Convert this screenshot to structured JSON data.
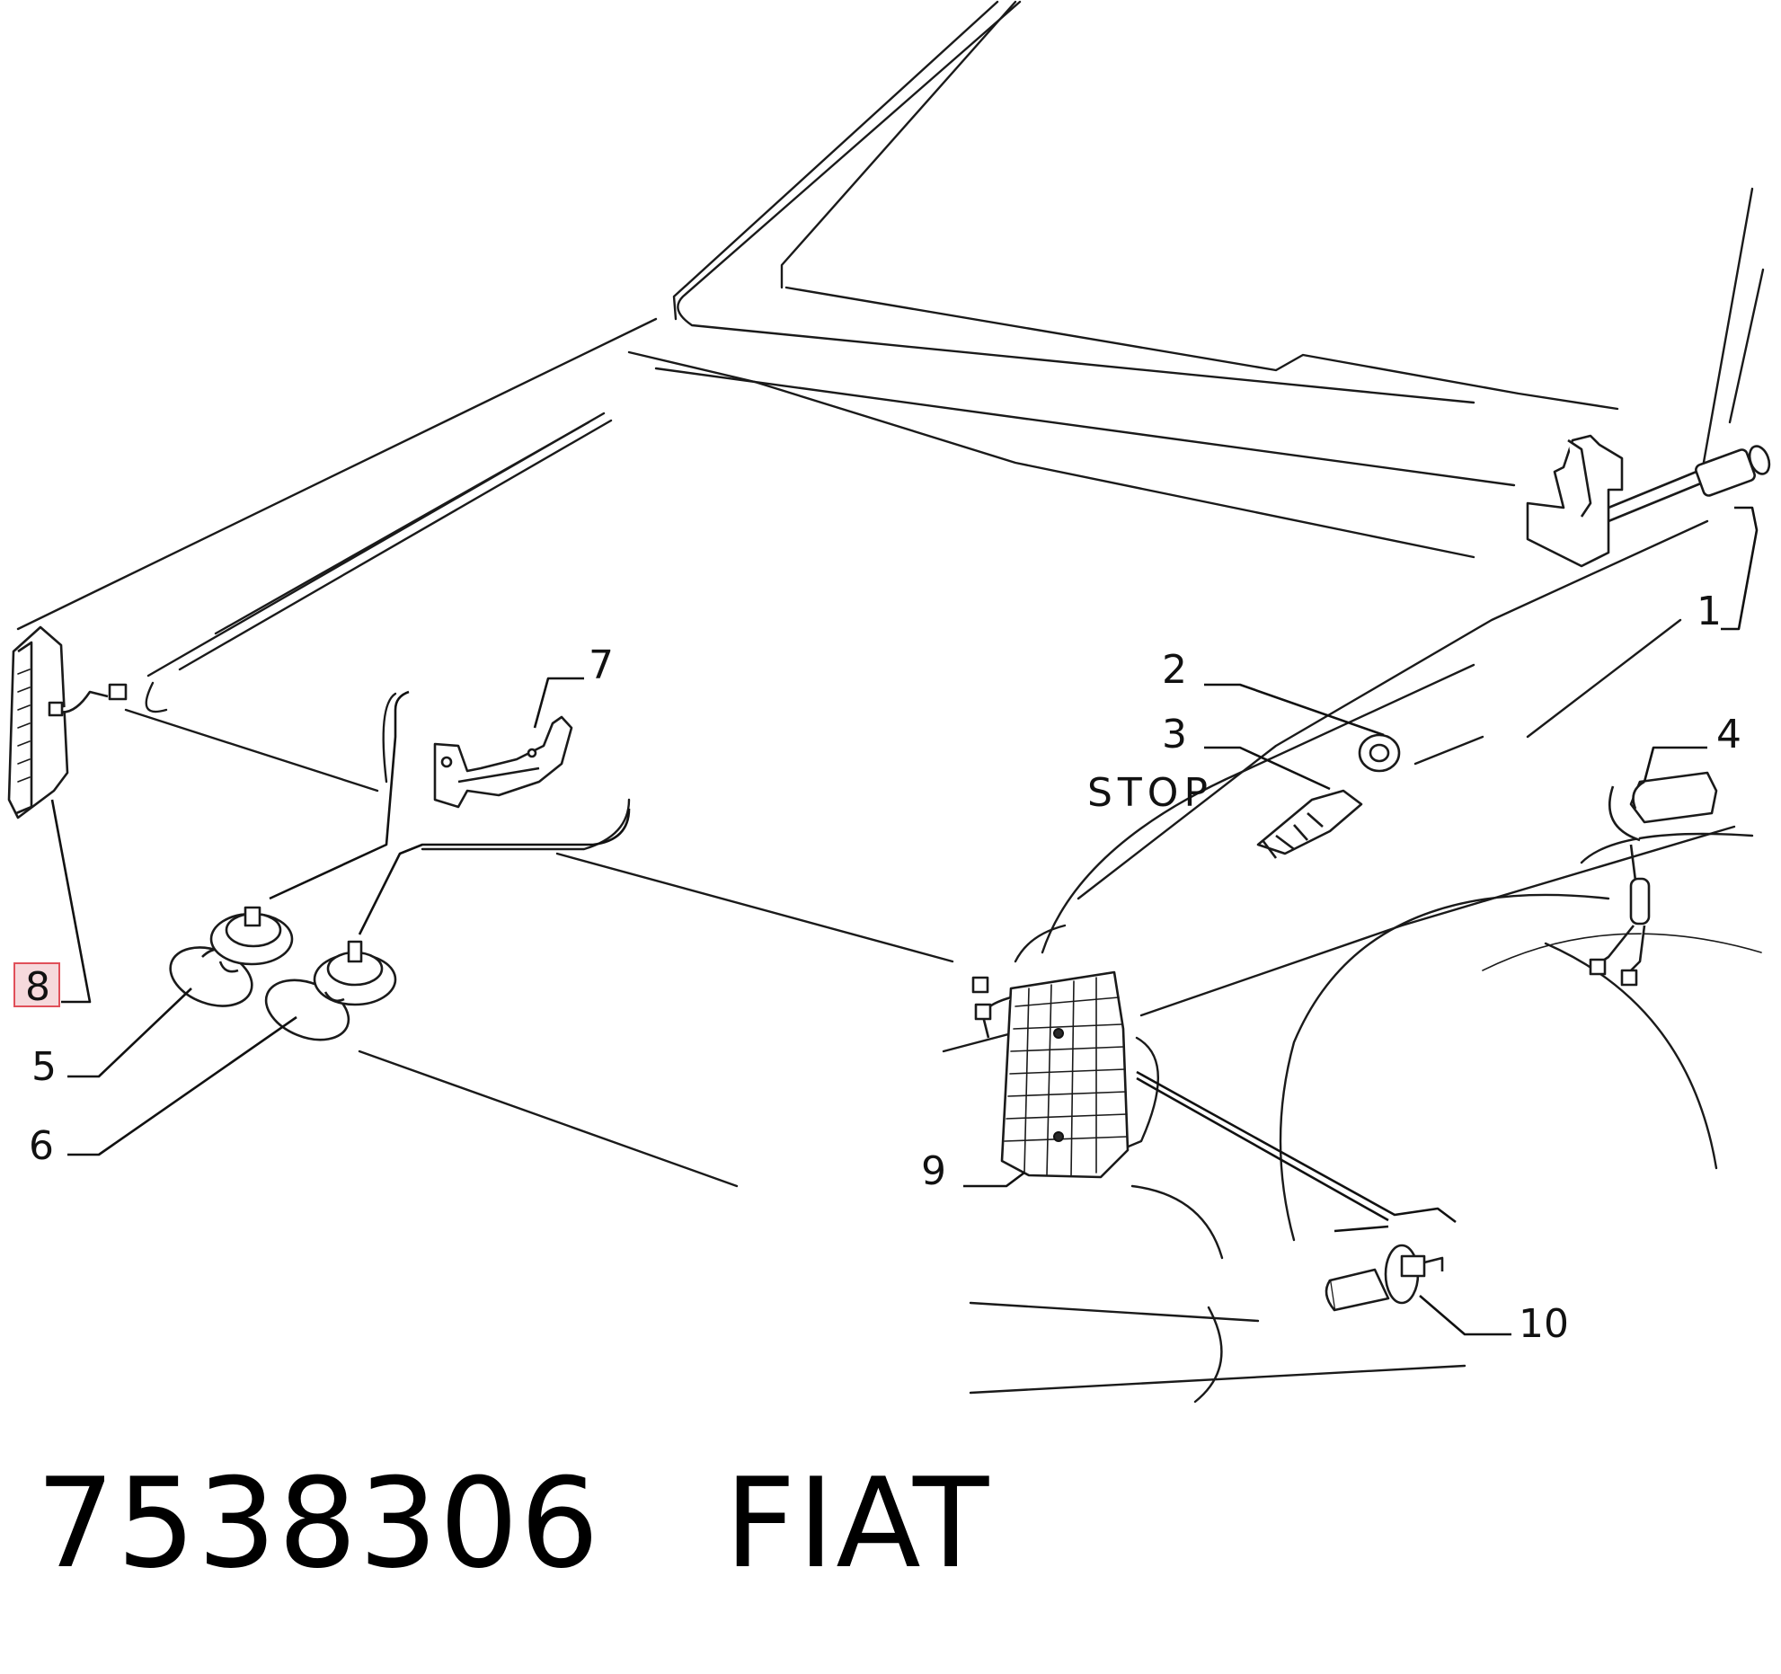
{
  "diagram": {
    "callouts": [
      {
        "id": "1",
        "label": "1"
      },
      {
        "id": "2",
        "label": "2"
      },
      {
        "id": "3",
        "label": "3"
      },
      {
        "id": "4",
        "label": "4"
      },
      {
        "id": "5",
        "label": "5"
      },
      {
        "id": "6",
        "label": "6"
      },
      {
        "id": "7",
        "label": "7"
      },
      {
        "id": "8",
        "label": "8",
        "highlighted": true
      },
      {
        "id": "9",
        "label": "9"
      },
      {
        "id": "10",
        "label": "10"
      }
    ],
    "stop_label": "STOP",
    "highlight_color": "#e0505a"
  },
  "footer": {
    "part_number": "7538306",
    "brand": "FIAT"
  }
}
